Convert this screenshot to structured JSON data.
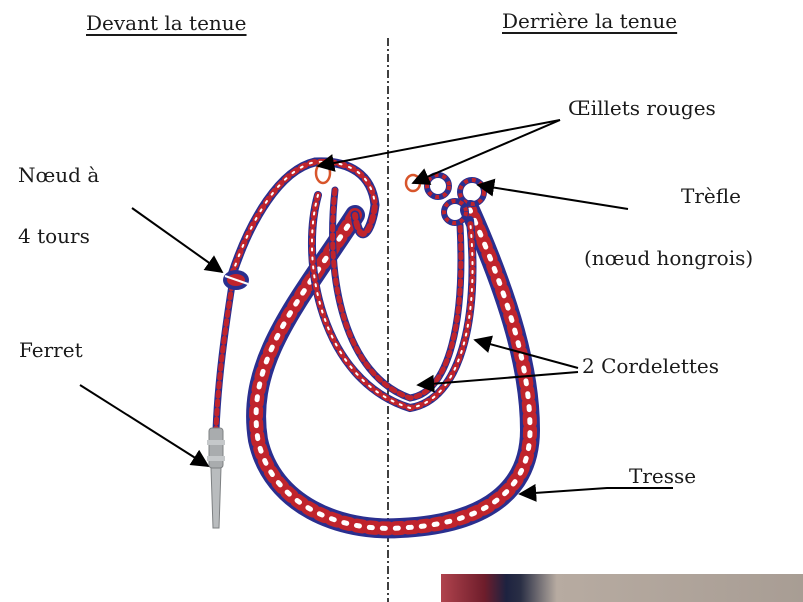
{
  "headers": {
    "front": "Devant la  tenue",
    "back": "Derrière la tenue"
  },
  "labels": {
    "knot_line1": "Nœud à",
    "knot_line2": "4 tours",
    "ferret": "Ferret",
    "eyelets": "Œillets rouges",
    "trefoil_line1": "Trèfle",
    "trefoil_line2": "(nœud hongrois)",
    "cords": "2 Cordelettes",
    "braid": "Tresse"
  },
  "colors": {
    "cord_red": "#c0242c",
    "cord_blue": "#2a2f8f",
    "cord_white": "#ffffff",
    "ferret_metal": "#a9acae",
    "arrow": "#000000"
  }
}
